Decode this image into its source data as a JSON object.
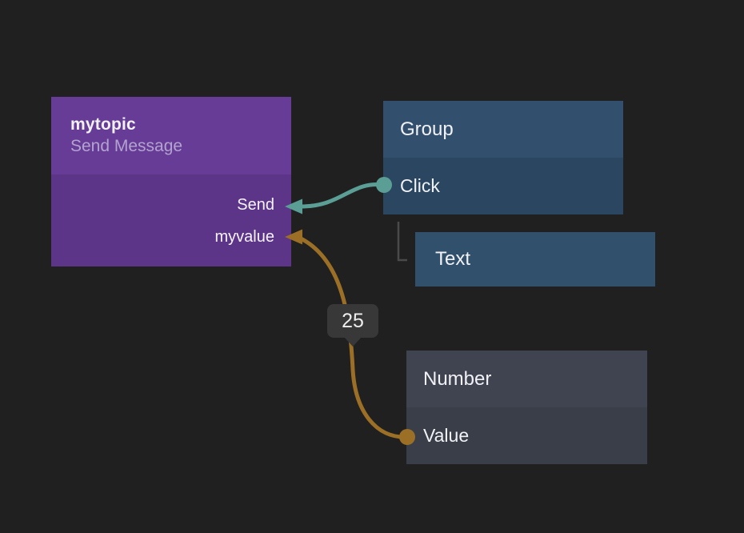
{
  "canvas": {
    "background": "#202020"
  },
  "nodes": {
    "mytopic": {
      "title": "mytopic",
      "subtitle": "Send Message",
      "header_color": "#673c97",
      "body_color": "#5c3488",
      "subtitle_color": "#b3a3cf",
      "inputs": [
        {
          "label": "Send"
        },
        {
          "label": "myvalue"
        }
      ]
    },
    "group": {
      "title": "Group",
      "header_color": "#32506d",
      "body_color": "#2b4660",
      "outputs": [
        {
          "label": "Click"
        }
      ]
    },
    "text": {
      "title": "Text",
      "header_color": "#31506c"
    },
    "number": {
      "title": "Number",
      "header_color": "#3f4450",
      "body_color": "#3a3e48",
      "outputs": [
        {
          "label": "Value"
        }
      ]
    }
  },
  "wires": [
    {
      "name": "group-click-to-mytopic-send",
      "color": "#5a9e96"
    },
    {
      "name": "number-value-to-mytopic-myvalue",
      "color": "#9c6f26"
    }
  ],
  "badge": {
    "value": "25",
    "bg": "#383838",
    "text_color": "#ededed"
  },
  "tree_connector_color": "#4a4a4a"
}
